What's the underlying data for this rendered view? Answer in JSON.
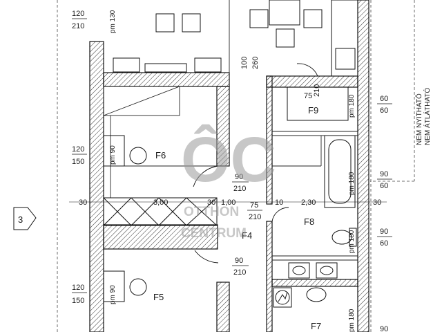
{
  "rooms": {
    "f6": "F6",
    "f5": "F5",
    "f8": "F8",
    "f9": "F9",
    "f7": "F7",
    "f4": "F4"
  },
  "dimensions": {
    "top_left_a": "120",
    "top_left_b": "210",
    "top_left_pm": "pm 130",
    "door_center_a": "100",
    "door_center_b": "260",
    "f9_door_a": "75",
    "f9_door_b": "210",
    "f9_pm": "pm 180",
    "f9_right_a": "60",
    "f9_right_b": "60",
    "f6_win_a": "120",
    "f6_win_b": "150",
    "f6_pm": "pm 90",
    "f6_door_a": "90",
    "f6_door_b": "210",
    "f8_pm": "pm 180",
    "f8_right_a": "90",
    "f8_right_b": "60",
    "row_30a": "30",
    "row_300": "3,00",
    "row_30b": "30",
    "row_100": "1,00",
    "row_10": "10",
    "row_230": "2,30",
    "row_30c": "30",
    "f4_door_a": "75",
    "f4_door_b": "210",
    "f8_low_pm": "pm 180",
    "f8_low_a": "90",
    "f8_low_b": "60",
    "f5_door_a": "90",
    "f5_door_b": "210",
    "f5_win_a": "120",
    "f5_win_b": "150",
    "f5_pm": "pm 90",
    "f7_pm": "pm 180",
    "f7_right_a": "90"
  },
  "section_marker": "3",
  "side_notes": {
    "line1": "NEM NYITHATÓ",
    "line2": "NEM ÁTLÁTHATÓ"
  },
  "watermark": {
    "logo": "ÔC",
    "line1": "OTTHON",
    "line2": "CENTRUM"
  }
}
